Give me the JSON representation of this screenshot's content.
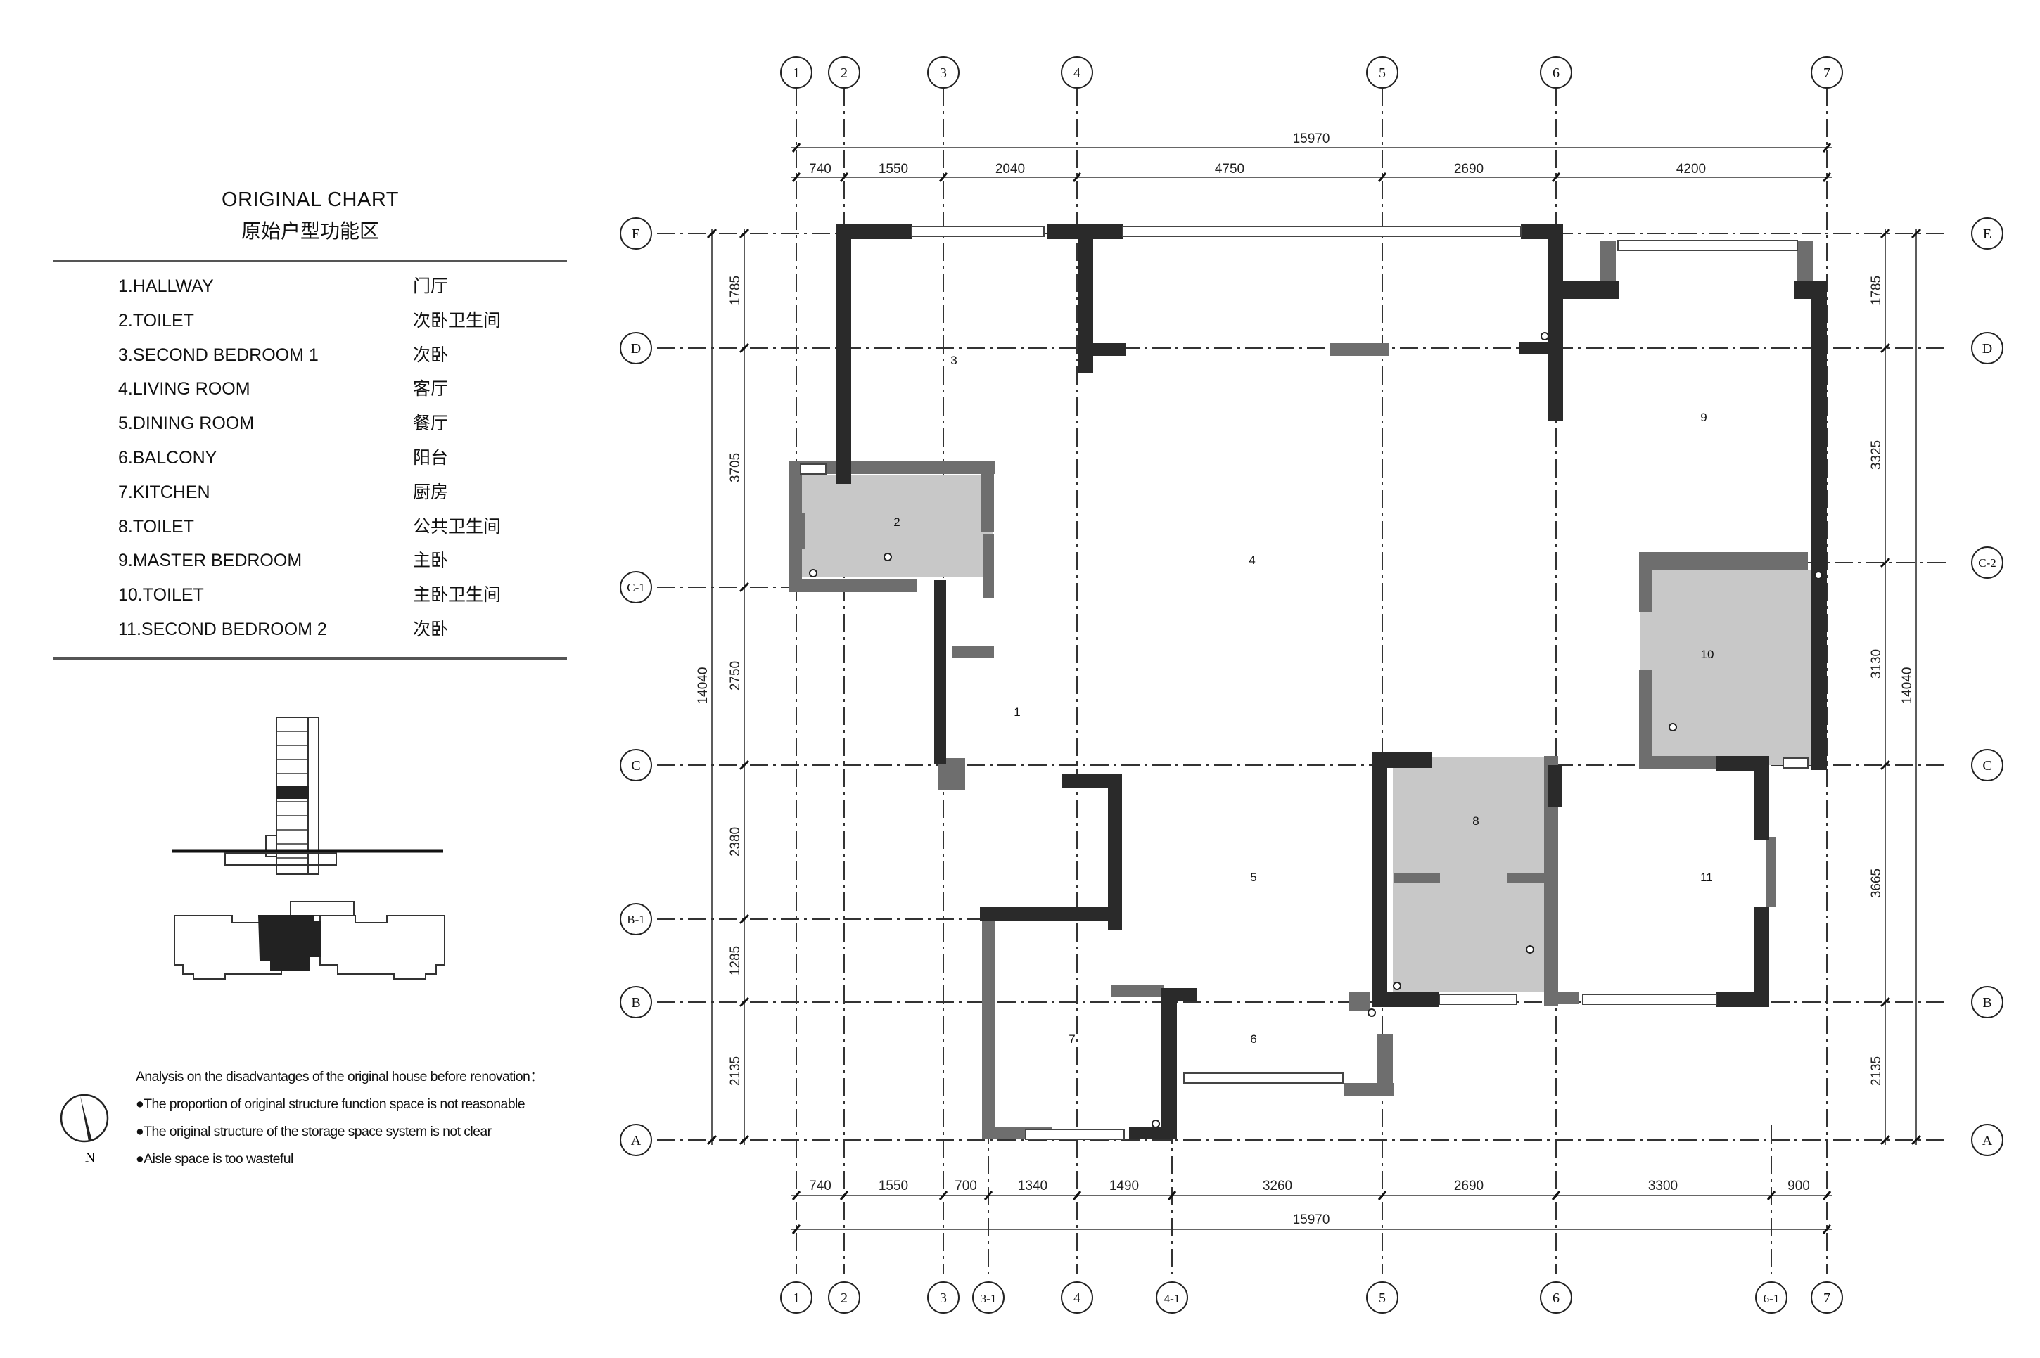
{
  "legend": {
    "title": "ORIGINAL CHART",
    "subtitle": "原始户型功能区",
    "rooms": [
      {
        "en": "1.HALLWAY",
        "zh": "门厅"
      },
      {
        "en": "2.TOILET",
        "zh": "次卧卫生间"
      },
      {
        "en": "3.SECOND BEDROOM 1",
        "zh": "次卧"
      },
      {
        "en": "4.LIVING ROOM",
        "zh": "客厅"
      },
      {
        "en": "5.DINING ROOM",
        "zh": "餐厅"
      },
      {
        "en": "6.BALCONY",
        "zh": "阳台"
      },
      {
        "en": "7.KITCHEN",
        "zh": "厨房"
      },
      {
        "en": "8.TOILET",
        "zh": "公共卫生间"
      },
      {
        "en": "9.MASTER BEDROOM",
        "zh": "主卧"
      },
      {
        "en": "10.TOILET",
        "zh": "主卧卫生间"
      },
      {
        "en": "11.SECOND BEDROOM 2",
        "zh": "次卧"
      }
    ]
  },
  "analysis": {
    "heading": "Analysis on the disadvantages of the original house before renovation：",
    "points": [
      "●The proportion of original structure function space is not reasonable",
      "●The original structure of the storage space system is not clear",
      "●Aisle space is too wasteful"
    ]
  },
  "north_label": "N",
  "plan": {
    "axes_top": [
      "1",
      "2",
      "3",
      "4",
      "5",
      "6",
      "7"
    ],
    "axes_bottom": [
      "1",
      "2",
      "3",
      "3-1",
      "4",
      "4-1",
      "5",
      "6",
      "6-1",
      "7"
    ],
    "axes_left": [
      "E",
      "D",
      "C-1",
      "C",
      "B-1",
      "B",
      "A"
    ],
    "axes_right": [
      "E",
      "D",
      "C-2",
      "C",
      "B",
      "A"
    ],
    "dims_top_total": "15970",
    "dims_top": [
      "740",
      "1550",
      "2040",
      "4750",
      "2690",
      "4200"
    ],
    "dims_bottom": [
      "740",
      "1550",
      "700",
      "1340",
      "1490",
      "3260",
      "2690",
      "3300",
      "900"
    ],
    "dims_bottom_total": "15970",
    "dims_left_total": "14040",
    "dims_left": [
      "1785",
      "3705",
      "2750",
      "2380",
      "1285",
      "2135"
    ],
    "dims_right_total": "14040",
    "dims_right": [
      "1785",
      "3325",
      "3130",
      "3665",
      "2135"
    ],
    "room_numbers": [
      "1",
      "2",
      "3",
      "4",
      "5",
      "6",
      "7",
      "8",
      "9",
      "10",
      "11"
    ]
  },
  "colors": {
    "wall_dark": "#2a2a2a",
    "wall_mid": "#6e6e6e",
    "wet_area": "#c8c8c8",
    "gridline": "#333333"
  }
}
